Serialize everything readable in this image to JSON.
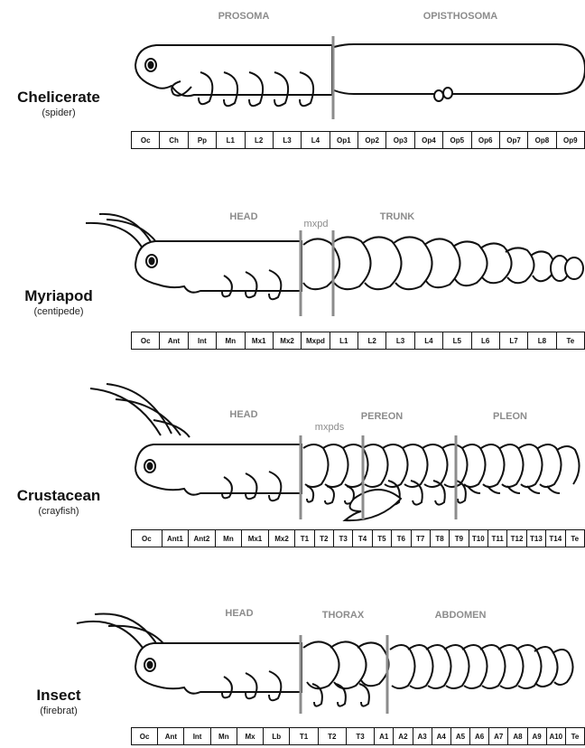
{
  "organisms": [
    {
      "name": "Chelicerate",
      "common": "(spider)",
      "regions": [
        "PROSOMA",
        "OPISTHOSOMA"
      ],
      "segments": [
        "Oc",
        "Ch",
        "Pp",
        "L1",
        "L2",
        "L3",
        "L4",
        "Op1",
        "Op2",
        "Op3",
        "Op4",
        "Op5",
        "Op6",
        "Op7",
        "Op8",
        "Op9"
      ]
    },
    {
      "name": "Myriapod",
      "common": "(centipede)",
      "regions": [
        "HEAD",
        "mxpd",
        "TRUNK"
      ],
      "segments": [
        "Oc",
        "Ant",
        "Int",
        "Mn",
        "Mx1",
        "Mx2",
        "Mxpd",
        "L1",
        "L2",
        "L3",
        "L4",
        "L5",
        "L6",
        "L7",
        "L8",
        "Te"
      ]
    },
    {
      "name": "Crustacean",
      "common": "(crayfish)",
      "regions": [
        "HEAD",
        "mxpds",
        "PEREON",
        "PLEON"
      ],
      "segments": [
        "Oc",
        "Ant1",
        "Ant2",
        "Mn",
        "Mx1",
        "Mx2",
        "T1",
        "T2",
        "T3",
        "T4",
        "T5",
        "T6",
        "T7",
        "T8",
        "T9",
        "T10",
        "T11",
        "T12",
        "T13",
        "T14",
        "Te"
      ]
    },
    {
      "name": "Insect",
      "common": "(firebrat)",
      "regions": [
        "HEAD",
        "THORAX",
        "ABDOMEN"
      ],
      "segments": [
        "Oc",
        "Ant",
        "Int",
        "Mn",
        "Mx",
        "Lb",
        "T1",
        "T2",
        "T3",
        "A1",
        "A2",
        "A3",
        "A4",
        "A5",
        "A6",
        "A7",
        "A8",
        "A9",
        "A10",
        "Te"
      ]
    }
  ],
  "colors": {
    "ink": "#111111",
    "region_label": "#8c8c8c",
    "divider": "#8c8c8c"
  }
}
